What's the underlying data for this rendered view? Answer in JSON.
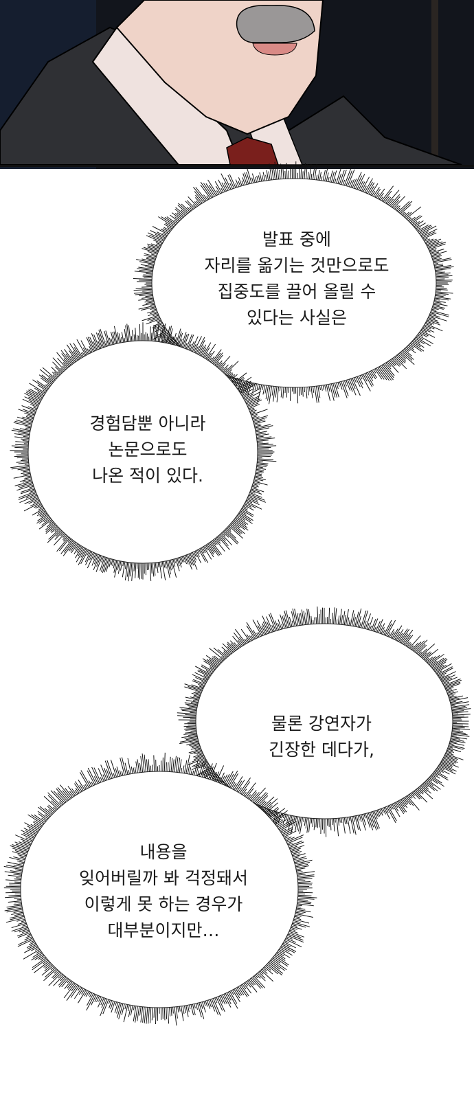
{
  "panel": {
    "description_icon": "man-in-suit-illustration",
    "colors": {
      "background": "#12151c",
      "suit": "#2f3034",
      "shirt": "#efe2df",
      "tie": "#7a1f1c",
      "skin": "#efd3c8",
      "mustache": "#9a9797"
    }
  },
  "bubbles": [
    {
      "lines": [
        "발표 중에",
        "자리를 옮기는 것만으로도",
        "집중도를 끌어 올릴 수",
        "있다는 사실은"
      ]
    },
    {
      "lines": [
        "경험담뿐 아니라",
        "논문으로도",
        "나온 적이 있다."
      ]
    },
    {
      "lines": [
        "물론 강연자가",
        "긴장한 데다가,"
      ]
    },
    {
      "lines": [
        "내용을",
        "잊어버릴까 봐 걱정돼서",
        "이렇게 못 하는 경우가",
        "대부분이지만…"
      ]
    }
  ]
}
